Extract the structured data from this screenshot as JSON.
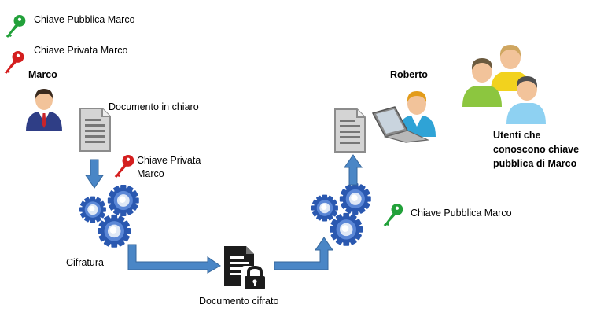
{
  "legend": {
    "public_key_label": "Chiave Pubblica Marco",
    "private_key_label": "Chiave Privata Marco"
  },
  "marco": {
    "name": "Marco"
  },
  "roberto": {
    "name": "Roberto"
  },
  "plain_document": {
    "label": "Documento in chiaro"
  },
  "encrypt_key": {
    "line1": "Chiave Privata",
    "line2": "Marco"
  },
  "encryption": {
    "label": "Cifratura"
  },
  "encrypted_document": {
    "label": "Documento cifrato"
  },
  "decrypt_key": {
    "label": "Chiave Pubblica Marco"
  },
  "users": {
    "line1": "Utenti che",
    "line2": "conoscono chiave",
    "line3": "pubblica di Marco"
  },
  "colors": {
    "arrow": "#4a86c6",
    "arrow_stroke": "#35679c",
    "public_key": "#22a13a",
    "private_key": "#d41e1e",
    "gear": "#2a58b0",
    "document": "#8c8c8c"
  }
}
